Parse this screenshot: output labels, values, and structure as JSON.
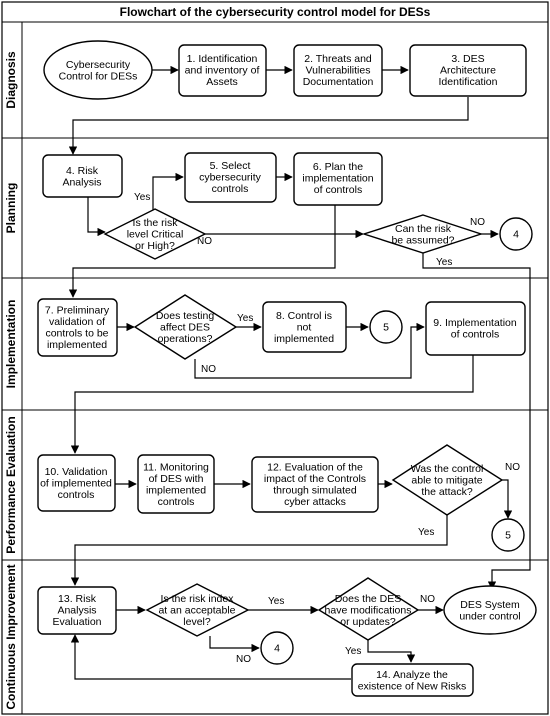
{
  "title": "Flowchart of the cybersecurity control model for DESs",
  "lanes": [
    "Diagnosis",
    "Planning",
    "Implementation",
    "Performance Evaluation",
    "Continuous Improvement"
  ],
  "nodes": {
    "start": [
      "Cybersecurity",
      "Control for DESs"
    ],
    "n1": [
      "1. Identification",
      "and inventory of",
      "Assets"
    ],
    "n2": [
      "2. Threats and",
      "Vulnerabilities",
      "Documentation"
    ],
    "n3": [
      "3. DES",
      "Architecture",
      "Identification"
    ],
    "n4": [
      "4. Risk",
      "Analysis"
    ],
    "n5": [
      "5. Select",
      "cybersecurity",
      "controls"
    ],
    "n6": [
      "6. Plan the",
      "implementation",
      "of controls"
    ],
    "d1": [
      "Is the risk",
      "level Critical",
      "or High?"
    ],
    "d2": [
      "Can the risk",
      "be assumed?"
    ],
    "c4a": [
      "4"
    ],
    "n7": [
      "7. Preliminary",
      "validation of",
      "controls to be",
      "implemented"
    ],
    "d3": [
      "Does testing",
      "affect DES",
      "operations?"
    ],
    "n8": [
      "8. Control is",
      "not",
      "implemented"
    ],
    "c5a": [
      "5"
    ],
    "n9": [
      "9. Implementation",
      "of controls"
    ],
    "n10": [
      "10. Validation",
      "of implemented",
      "controls"
    ],
    "n11": [
      "11. Monitoring",
      "of DES with",
      "implemented",
      "controls"
    ],
    "n12": [
      "12. Evaluation of the",
      "impact of the Controls",
      "through simulated",
      "cyber attacks"
    ],
    "d4": [
      "Was the control",
      "able to mitigate",
      "the attack?"
    ],
    "c5b": [
      "5"
    ],
    "n13": [
      "13. Risk",
      "Analysis",
      "Evaluation"
    ],
    "d5": [
      "Is the risk index",
      "at an acceptable",
      "level?"
    ],
    "c4b": [
      "4"
    ],
    "d6": [
      "Does the DES",
      "have modifications",
      "or updates?"
    ],
    "end": [
      "DES System",
      "under control"
    ],
    "n14": [
      "14. Analyze the",
      "existence of New Risks"
    ]
  },
  "edge_labels": {
    "yes": "Yes",
    "no": "NO"
  }
}
